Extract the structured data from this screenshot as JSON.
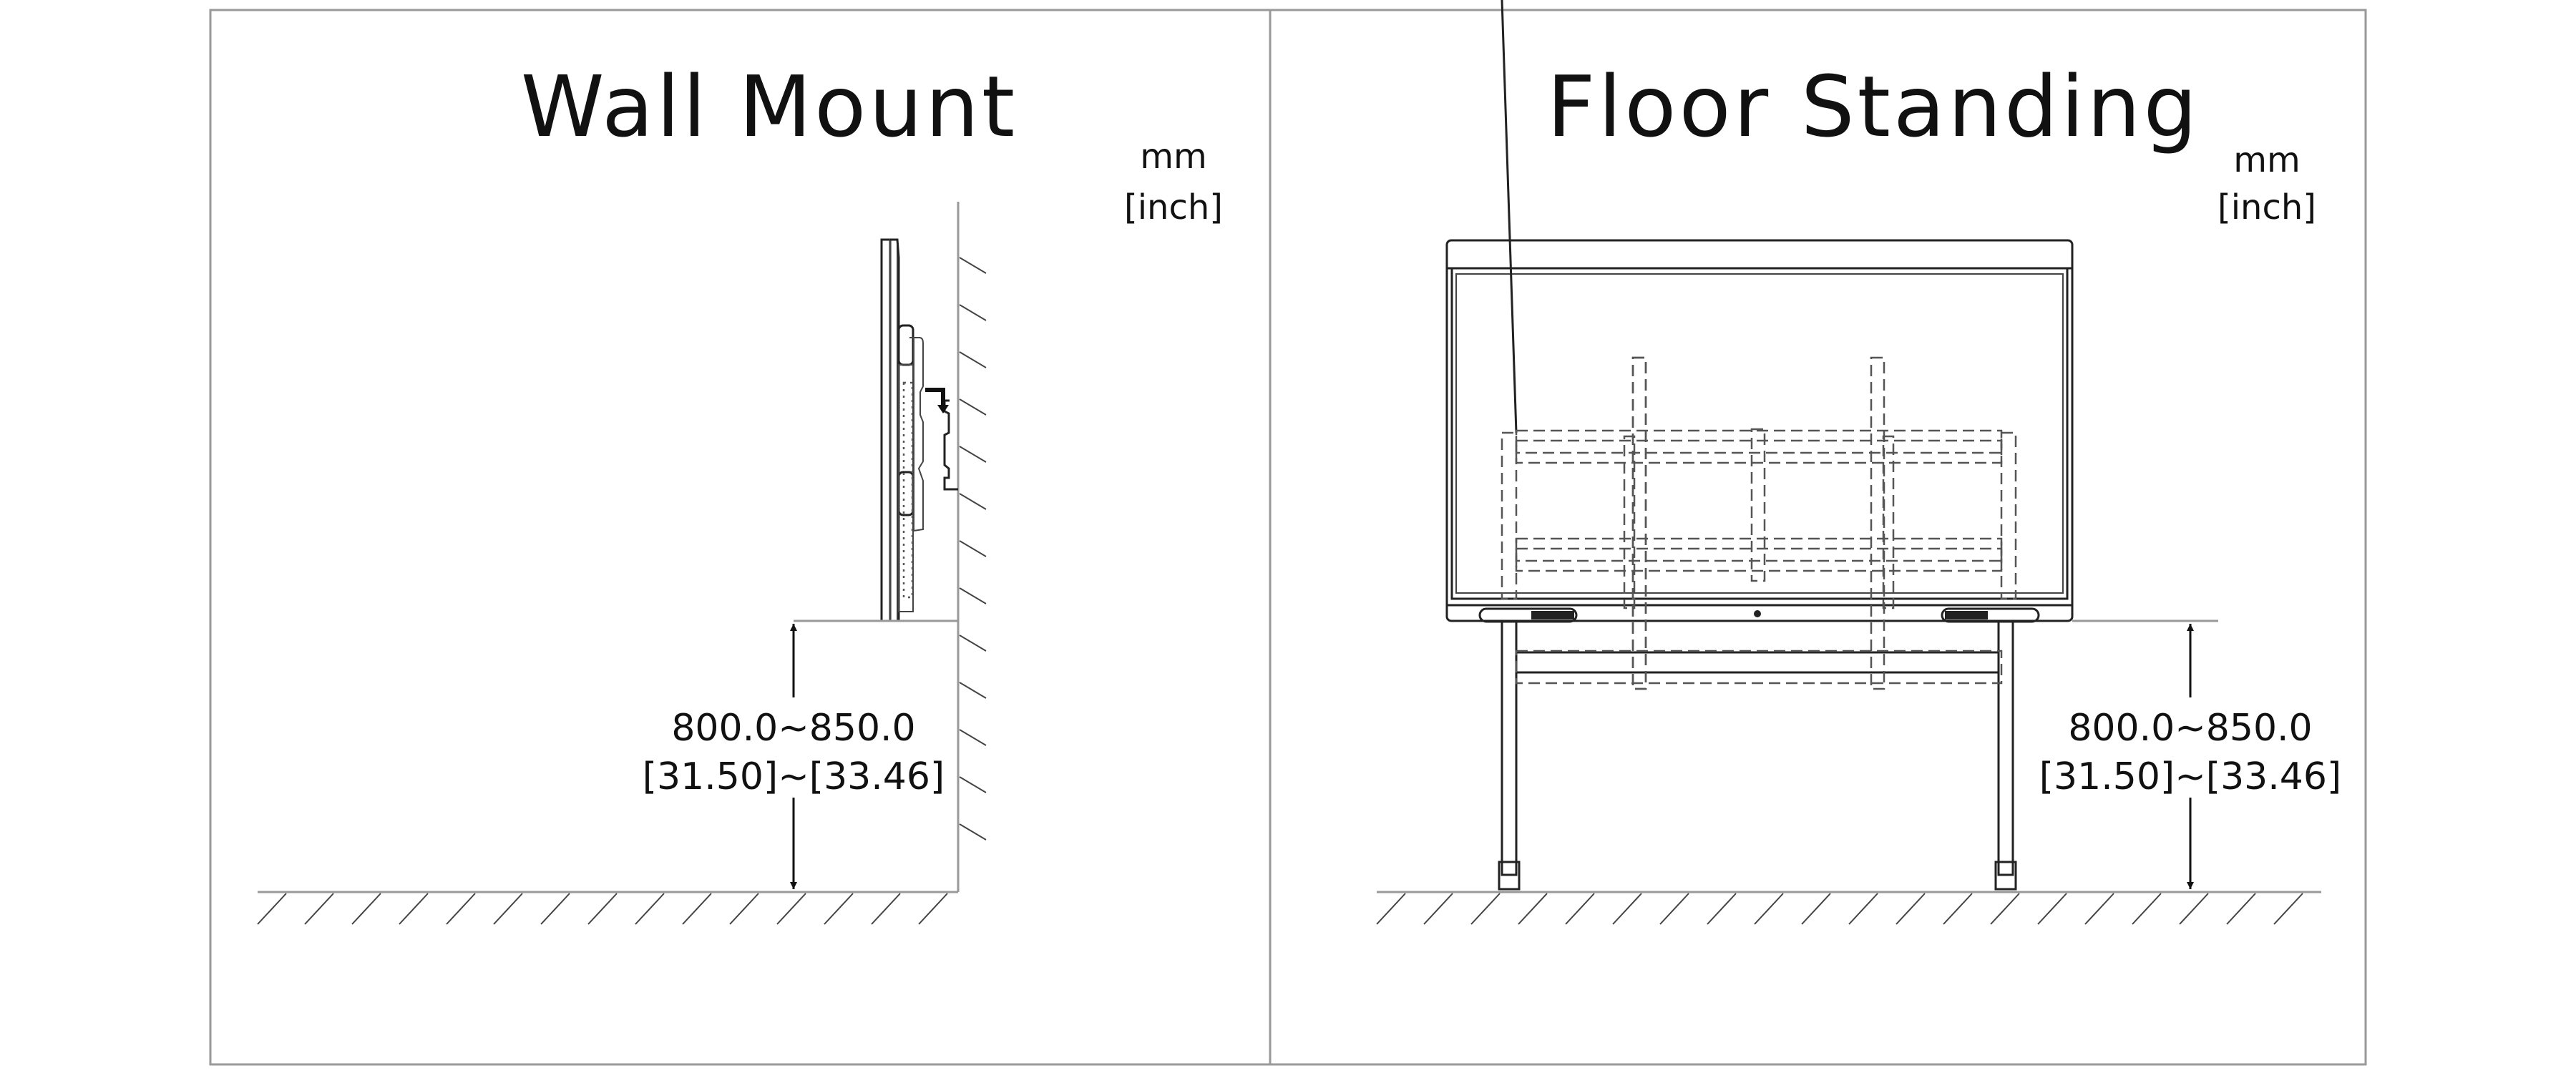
{
  "wall_mount": {
    "title": "Wall Mount",
    "unit_primary": "mm",
    "unit_secondary": "[inch]",
    "height_mm": "800.0~850.0",
    "height_inch": "[31.50]~[33.46]"
  },
  "floor_standing": {
    "title": "Floor Standing",
    "unit_primary": "mm",
    "unit_secondary": "[inch]",
    "height_mm": "800.0~850.0",
    "height_inch": "[31.50]~[33.46]"
  }
}
